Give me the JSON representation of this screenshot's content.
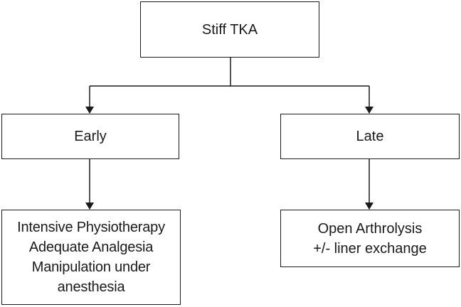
{
  "diagram": {
    "root": {
      "label": "Stiff TKA"
    },
    "branches": [
      {
        "label": "Early",
        "treatment_lines": [
          "Intensive Physiotherapy",
          "Adequate Analgesia",
          "Manipulation under",
          "anesthesia"
        ]
      },
      {
        "label": "Late",
        "treatment_lines": [
          "Open Arthrolysis",
          "+/- liner exchange"
        ]
      }
    ]
  },
  "colors": {
    "stroke": "#1a1a1a",
    "background": "#ffffff"
  }
}
